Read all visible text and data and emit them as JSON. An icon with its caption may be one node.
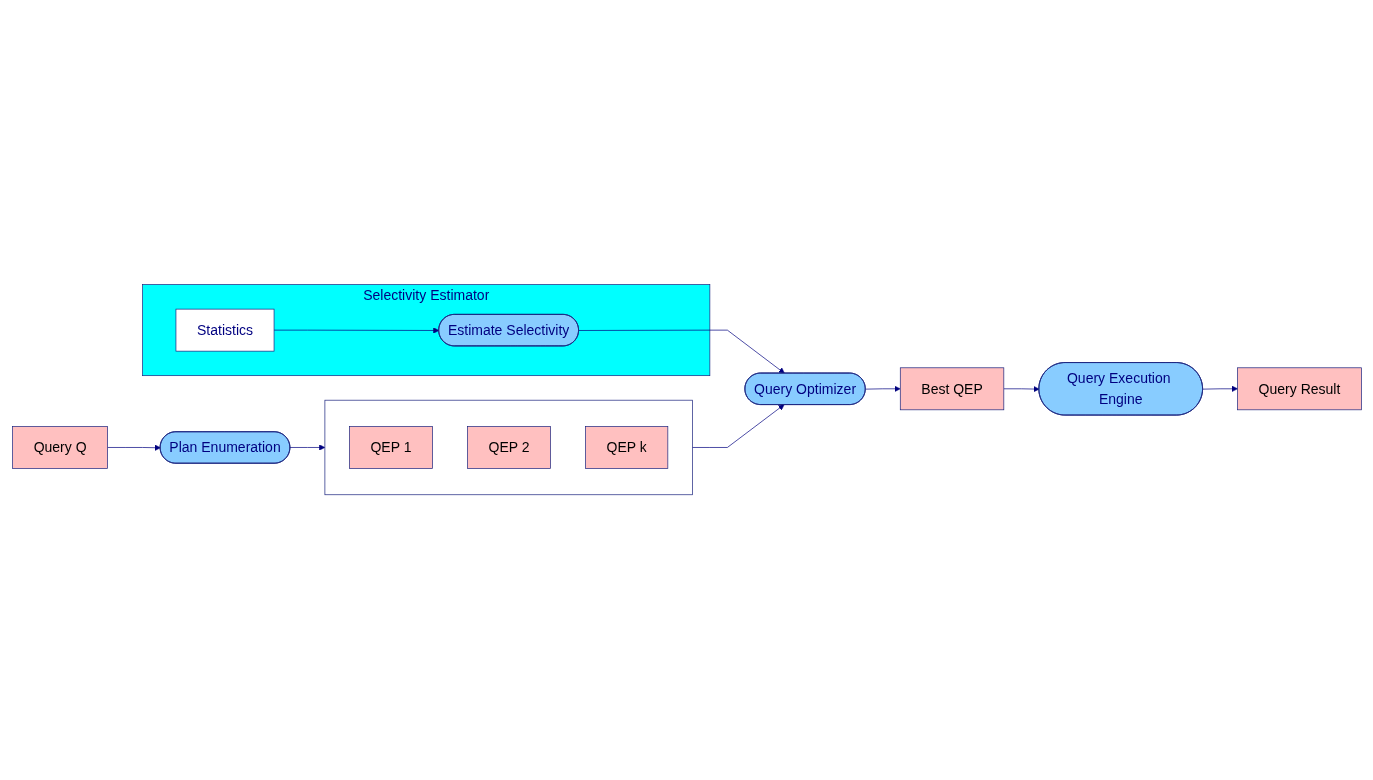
{
  "diagram": {
    "nodes": [
      {
        "text": [
          "Selectivity Estimator"
        ]
      },
      {
        "text": [
          "Estimate Selectivity"
        ],
        "in": 0
      },
      {
        "text": [
          "Statistics"
        ],
        "in": 0
      },
      {
        "text": [
          "Query Q"
        ]
      },
      {
        "text": [
          "Plan Enumeration"
        ]
      },
      {
        "text": [],
        "shape": "box"
      },
      {
        "text": [
          "QEP 1"
        ],
        "in": 5
      },
      {
        "text": [
          "QEP 2"
        ],
        "in": 5
      },
      {
        "text": [
          "QEP k"
        ],
        "in": 5
      },
      {
        "text": [
          "Query Optimizer"
        ]
      },
      {
        "text": [
          "Best QEP"
        ]
      },
      {
        "text": [
          "Query Execution Engine"
        ]
      },
      {
        "text": [
          "Query Result"
        ]
      }
    ],
    "edges": [
      {
        "from": 3,
        "to": 4,
        "arrow": "to"
      },
      {
        "from": 4,
        "to": 5,
        "arrow": "to"
      },
      {
        "from": 5,
        "to": 9,
        "arrow": "to"
      },
      {
        "from": 2,
        "to": 1,
        "arrow": "to"
      },
      {
        "from": 1,
        "to": 9,
        "arrow": "to"
      },
      {
        "from": 9,
        "to": 10,
        "arrow": "to"
      },
      {
        "from": 10,
        "to": 11,
        "arrow": "to"
      },
      {
        "from": 11,
        "to": 12,
        "arrow": "to"
      }
    ]
  }
}
